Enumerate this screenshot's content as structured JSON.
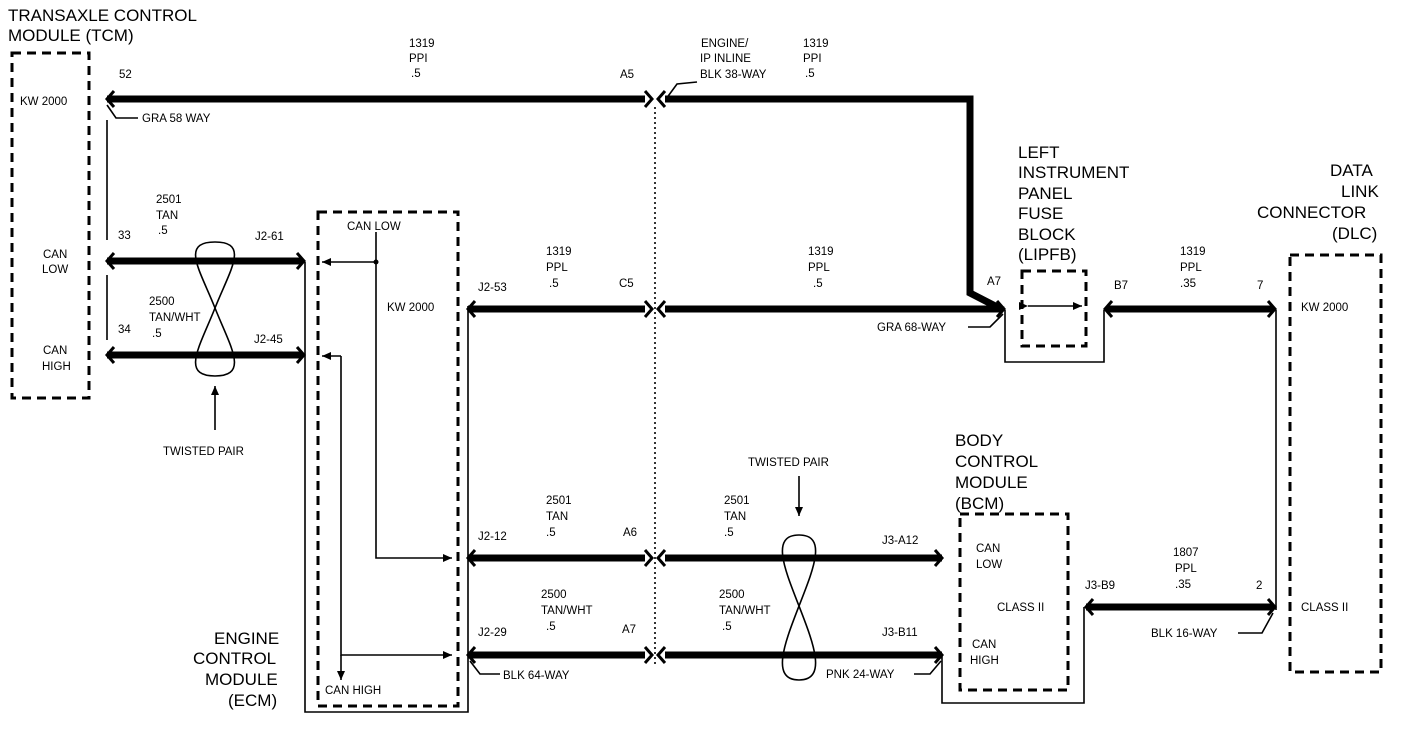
{
  "tcm": {
    "title_line1": "TRANSAXLE CONTROL",
    "title_line2": "MODULE (TCM)",
    "kw2000": "KW 2000",
    "can_low_line1": "CAN",
    "can_low_line2": "LOW",
    "can_high_line1": "CAN",
    "can_high_line2": "HIGH",
    "pin_52": "52",
    "pin_33": "33",
    "pin_34": "34",
    "connector": "GRA 58 WAY"
  },
  "ecm": {
    "title": [
      "ENGINE",
      "CONTROL",
      "MODULE",
      "(ECM)"
    ],
    "can_low": "CAN LOW",
    "kw2000": "KW 2000",
    "can_high": "CAN HIGH",
    "pin_j2_61": "J2-61",
    "pin_j2_45": "J2-45",
    "pin_j2_53": "J2-53",
    "pin_j2_12": "J2-12",
    "pin_j2_29": "J2-29",
    "connector": "BLK 64-WAY"
  },
  "inline": {
    "label_line1": "ENGINE/",
    "label_line2": "IP INLINE",
    "label_line3": "BLK 38-WAY",
    "pin_a5": "A5",
    "pin_c5": "C5",
    "pin_a6": "A6",
    "pin_a7": "A7"
  },
  "lipfb": {
    "title": [
      "LEFT",
      "INSTRUMENT",
      "PANEL",
      "FUSE",
      "BLOCK",
      "(LIPFB)"
    ],
    "pin_a7": "A7",
    "pin_b7": "B7",
    "connector": "GRA 68-WAY"
  },
  "dlc": {
    "title": [
      "DATA",
      "LINK",
      "CONNECTOR",
      "(DLC)"
    ],
    "kw2000": "KW 2000",
    "class2": "CLASS II",
    "pin_7": "7",
    "pin_2": "2",
    "connector": "BLK 16-WAY"
  },
  "bcm": {
    "title": [
      "BODY",
      "CONTROL",
      "MODULE",
      "(BCM)"
    ],
    "can_low_line1": "CAN",
    "can_low_line2": "LOW",
    "class2": "CLASS II",
    "can_high_line1": "CAN",
    "can_high_line2": "HIGH",
    "pin_a12": "J3-A12",
    "pin_b11": "J3-B11",
    "pin_b9": "J3-B9",
    "connector": "PNK 24-WAY"
  },
  "twisted_pair": "TWISTED PAIR",
  "wires": {
    "w1319_top_left": [
      "1319",
      "PPI",
      ".5"
    ],
    "w1319_top_right": [
      "1319",
      "PPI",
      ".5"
    ],
    "w2501_left": [
      "2501",
      "TAN",
      ".5"
    ],
    "w2500_left": [
      "2500",
      "TAN/WHT",
      ".5"
    ],
    "w1319_mid_left": [
      "1319",
      "PPL",
      ".5"
    ],
    "w1319_mid_right": [
      "1319",
      "PPL",
      ".5"
    ],
    "w1319_dlc": [
      "1319",
      "PPL",
      ".35"
    ],
    "w2501_ecm": [
      "2501",
      "TAN",
      ".5"
    ],
    "w2501_bcm": [
      "2501",
      "TAN",
      ".5"
    ],
    "w2500_ecm": [
      "2500",
      "TAN/WHT",
      ".5"
    ],
    "w2500_bcm": [
      "2500",
      "TAN/WHT",
      ".5"
    ],
    "w1807": [
      "1807",
      "PPL",
      ".35"
    ]
  }
}
